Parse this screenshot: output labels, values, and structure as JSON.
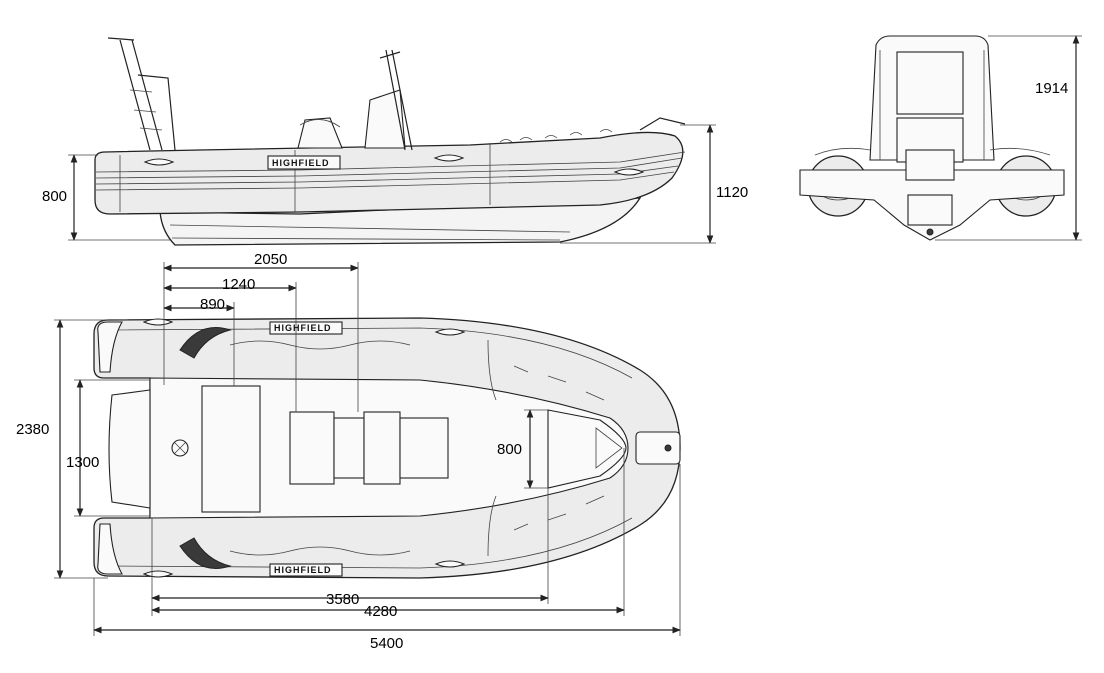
{
  "brand": "HIGHFIELD",
  "dimensions": {
    "side_height": "800",
    "side_total_height": "1120",
    "rear_height": "1914",
    "console_position": "2050",
    "seat_position": "1240",
    "bench_position": "890",
    "beam": "2380",
    "inner_beam": "1300",
    "bow_width": "800",
    "floor_length": "3580",
    "inner_length": "4280",
    "overall_length": "5400"
  }
}
